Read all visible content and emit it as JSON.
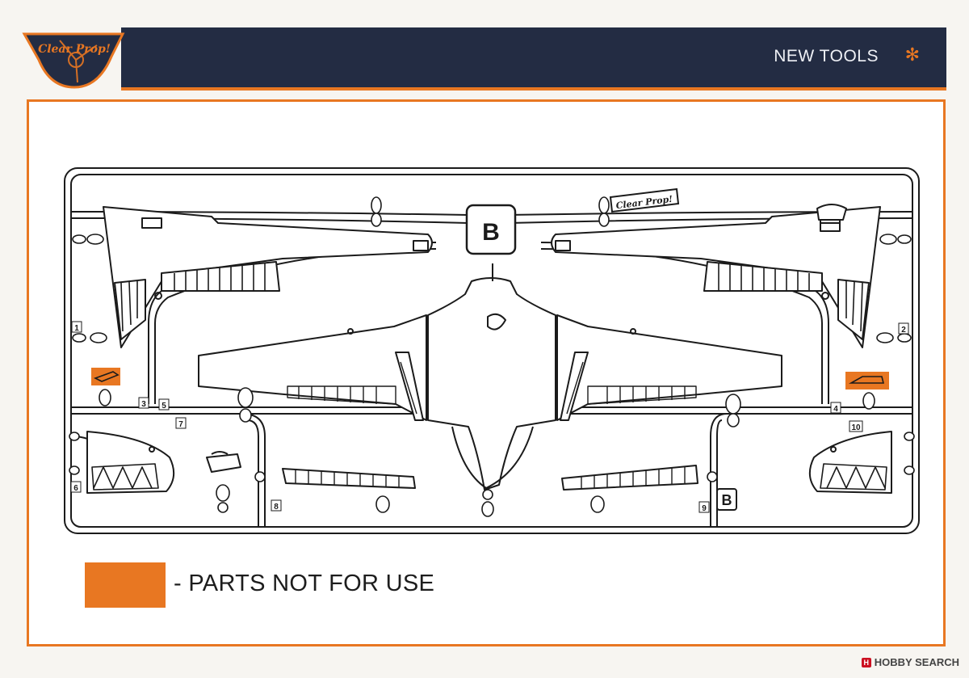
{
  "header": {
    "title": "NEW TOOLS",
    "logo_text": "Clear Prop!",
    "accent": "#e87722",
    "background": "#232c43",
    "star_icon": "gear-icon"
  },
  "sprue": {
    "letter": "B",
    "small_letter": "B",
    "logo_text": "Clear Prop!",
    "part_numbers": [
      "1",
      "2",
      "3",
      "4",
      "5",
      "6",
      "7",
      "8",
      "9",
      "10"
    ]
  },
  "legend": {
    "text": "- PARTS NOT FOR USE",
    "color": "#e87722"
  },
  "watermark": {
    "badge": "H",
    "text": "HOBBY SEARCH"
  }
}
